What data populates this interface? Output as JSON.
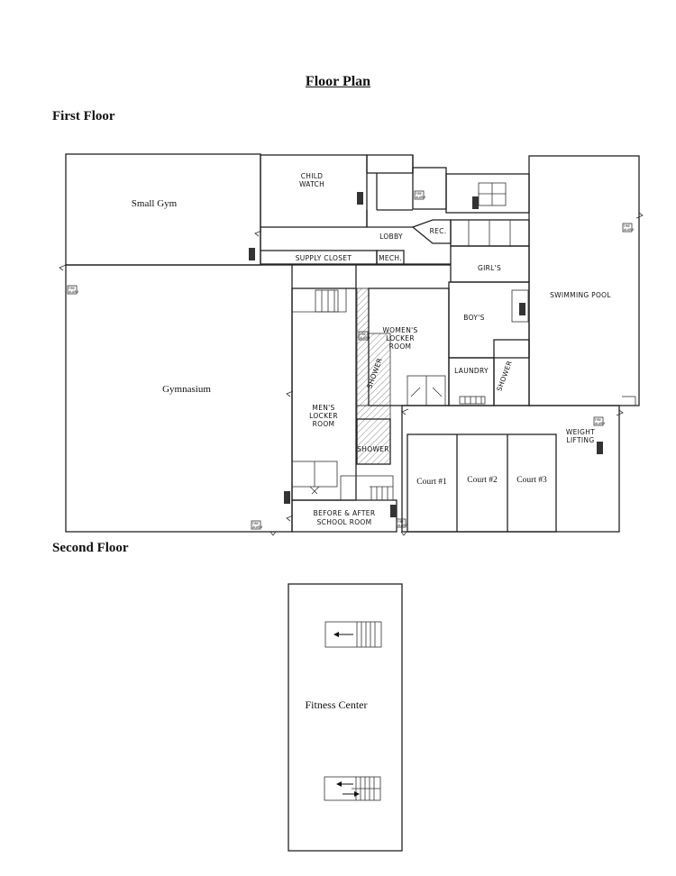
{
  "document": {
    "title": "Floor Plan",
    "first_floor_heading": "First Floor",
    "second_floor_heading": "Second Floor"
  },
  "first_floor_rooms": {
    "small_gym": "Small Gym",
    "child_watch_1": "CHILD",
    "child_watch_2": "WATCH",
    "supply_closet": "SUPPLY CLOSET",
    "mech": "MECH.",
    "lobby": "LOBBY",
    "rec": "REC.",
    "girls": "GIRL'S",
    "boys": "BOY'S",
    "swimming_pool": "SWIMMING POOL",
    "gymnasium": "Gymnasium",
    "womens_locker_1": "WOMEN'S",
    "womens_locker_2": "LOCKER",
    "womens_locker_3": "ROOM",
    "shower_womens": "SHOWER",
    "laundry": "LAUNDRY",
    "shower_boys": "SHOWER",
    "mens_locker_1": "MEN'S",
    "mens_locker_2": "LOCKER",
    "mens_locker_3": "ROOM",
    "shower_mens": "SHOWER",
    "weight_lifting_1": "WEIGHT",
    "weight_lifting_2": "LIFTING",
    "court_1": "Court #1",
    "court_2": "Court #2",
    "court_3": "Court #3",
    "before_after_1": "BEFORE & AFTER",
    "before_after_2": "SCHOOL ROOM"
  },
  "fire_alarm_label_1": "FIRE",
  "fire_alarm_label_2": "ALARM",
  "second_floor_rooms": {
    "fitness_center": "Fitness Center"
  },
  "icons": {
    "fire_alarm": "fire-alarm-icon",
    "fire_extinguisher": "fire-extinguisher-icon",
    "stairs": "stairs-icon",
    "exit_arrow": "arrow-icon"
  }
}
